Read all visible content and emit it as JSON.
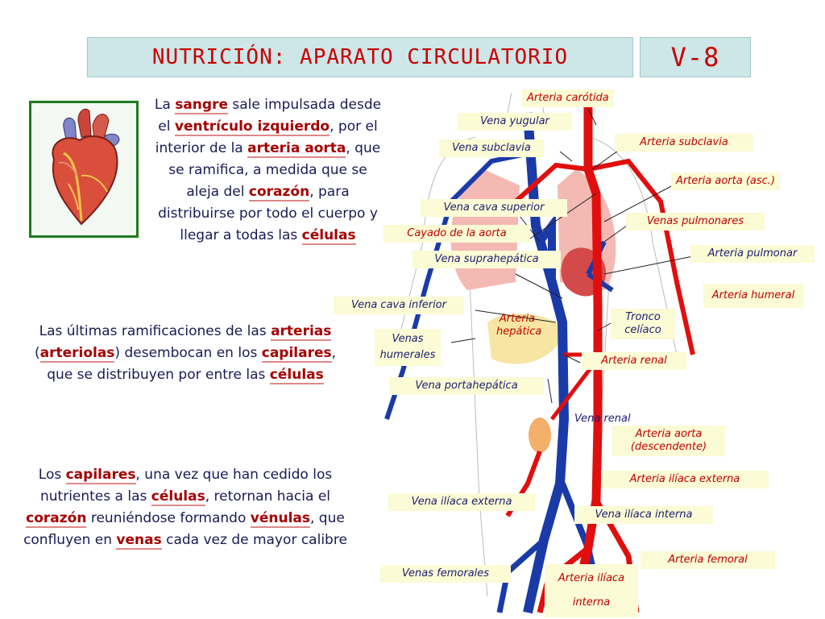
{
  "title": {
    "main": "NUTRICIÓN: APARATO CIRCULATORIO",
    "code": "V-8"
  },
  "paragraphs": {
    "p1": [
      "La ",
      {
        "k": "sangre"
      },
      " sale impulsada desde el ",
      {
        "k": "ventrículo izquierdo"
      },
      ", por el interior de la ",
      {
        "k": "arteria aorta"
      },
      ", que se ramifica, a medida que se aleja del ",
      {
        "k": "corazón"
      },
      ", para distribuirse por todo el cuerpo y llegar a todas las ",
      {
        "k": "células"
      }
    ],
    "p2": [
      "Las últimas ramificaciones de las ",
      {
        "k": "arterias"
      },
      " (",
      {
        "k": "arteriolas"
      },
      ") desembocan en los ",
      {
        "k": "capilares"
      },
      ", que se distribuyen por entre las ",
      {
        "k": "células"
      }
    ],
    "p3": [
      "Los ",
      {
        "k": "capilares"
      },
      ", una vez que han cedido los nutrientes a las ",
      {
        "k": "células"
      },
      ", retornan hacia el ",
      {
        "k": "corazón"
      },
      " reuniéndose formando ",
      {
        "k": "vénulas"
      },
      ", que confluyen en ",
      {
        "k": "venas"
      },
      " cada vez de mayor calibre"
    ]
  },
  "labels": {
    "arteria_carotida": "Arteria carótida",
    "vena_yugular": "Vena yugular",
    "vena_subclavia": "Vena subclavia",
    "arteria_subclavia": "Arteria subclavia",
    "arteria_aorta_asc": "Arteria aorta (asc.)",
    "vena_cava_superior": "Vena cava superior",
    "venas_pulmonares": "Venas pulmonares",
    "cayado_aorta": "Cayado de la aorta",
    "arteria_pulmonar": "Arteria pulmonar",
    "vena_suprahepatica": "Vena suprahepática",
    "arteria_humeral": "Arteria humeral",
    "vena_cava_inferior": "Vena cava inferior",
    "arteria_hepatica": "Arteria hepática",
    "tronco_celiaco": "Tronco celíaco",
    "venas_humerales": "Venas humerales",
    "arteria_renal": "Arteria renal",
    "vena_portahepatica": "Vena portahepática",
    "vena_renal": "Vena renal",
    "arteria_aorta_desc": "Arteria aorta (descendente)",
    "arteria_iliaca_externa": "Arteria ilíaca externa",
    "vena_iliaca_externa": "Vena ilíaca externa",
    "vena_iliaca_interna": "Vena ilíaca interna",
    "arteria_femoral": "Arteria femoral",
    "venas_femorales": "Venas femorales",
    "arteria_iliaca_interna": "Arteria ilíaca interna"
  }
}
